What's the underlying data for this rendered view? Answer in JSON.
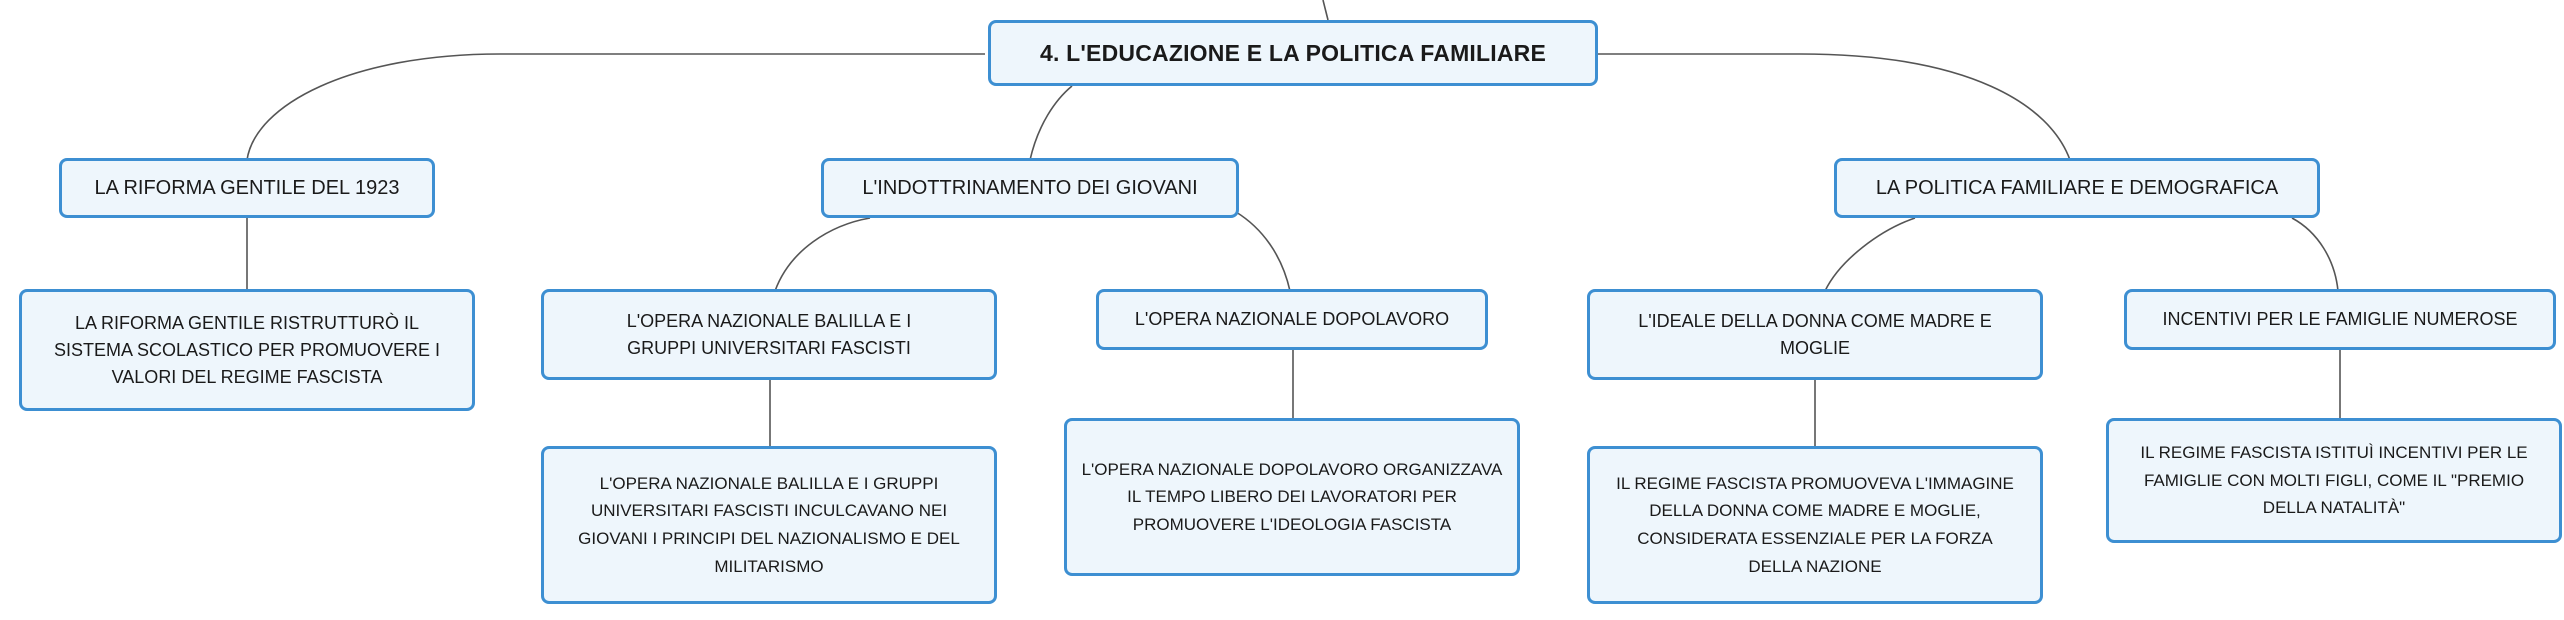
{
  "root": {
    "label": "4. L'EDUCAZIONE E LA POLITICA FAMILIARE"
  },
  "branches": [
    {
      "label": "LA RIFORMA GENTILE DEL 1923",
      "detail": "LA RIFORMA GENTILE RISTRUTTURÒ IL SISTEMA SCOLASTICO PER PROMUOVERE I VALORI DEL REGIME FASCISTA"
    },
    {
      "label": "L'INDOTTRINAMENTO DEI GIOVANI",
      "children": [
        {
          "label": "L'OPERA NAZIONALE BALILLA E I GRUPPI UNIVERSITARI FASCISTI",
          "detail": "L'OPERA NAZIONALE BALILLA E I GRUPPI UNIVERSITARI FASCISTI INCULCAVANO NEI GIOVANI I PRINCIPI DEL NAZIONALISMO E DEL MILITARISMO"
        },
        {
          "label": "L'OPERA NAZIONALE DOPOLAVORO",
          "detail": "L'OPERA NAZIONALE DOPOLAVORO ORGANIZZAVA IL TEMPO LIBERO DEI LAVORATORI PER PROMUOVERE L'IDEOLOGIA FASCISTA"
        }
      ]
    },
    {
      "label": "LA POLITICA FAMILIARE E DEMOGRAFICA",
      "children": [
        {
          "label": "L'IDEALE DELLA DONNA COME MADRE E MOGLIE",
          "detail": "IL REGIME FASCISTA PROMUOVEVA L'IMMAGINE DELLA DONNA COME MADRE E MOGLIE, CONSIDERATA ESSENZIALE PER LA FORZA DELLA NAZIONE"
        },
        {
          "label": "INCENTIVI PER LE FAMIGLIE NUMEROSE",
          "detail": "IL REGIME FASCISTA ISTITUÌ INCENTIVI PER LE FAMIGLIE CON MOLTI FIGLI, COME IL \"PREMIO DELLA NATALITÀ\""
        }
      ]
    }
  ],
  "colors": {
    "border": "#3d8fd2",
    "fill": "#eef6fc",
    "line": "#555555"
  }
}
